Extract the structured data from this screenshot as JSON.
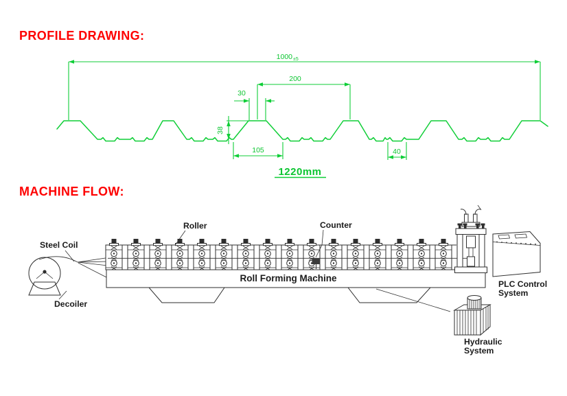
{
  "page": {
    "background": "#ffffff",
    "heading_color": "#fe0000",
    "profile_line_color": "#0fce37",
    "machine_ink_color": "#2e2e2e"
  },
  "profile_section": {
    "heading": "PROFILE DRAWING:",
    "dimensions": {
      "overall_width": "1000",
      "overall_tolerance": "±5",
      "rib_pitch": "200",
      "rib_top_width": "30",
      "rib_height": "38",
      "rib_base_width": "105",
      "groove_width": "40",
      "coil_width": "1220mm"
    }
  },
  "machine_section": {
    "heading": "MACHINE FLOW:",
    "roller_stand_count": 16,
    "labels": {
      "steel_coil": "Steel Coil",
      "decoiler": "Decoiler",
      "roller": "Roller",
      "counter": "Counter",
      "machine_name": "Roll Forming Machine",
      "plc_line1": "PLC Control",
      "plc_line2": "System",
      "hydraulic_line1": "Hydraulic",
      "hydraulic_line2": "System"
    }
  }
}
